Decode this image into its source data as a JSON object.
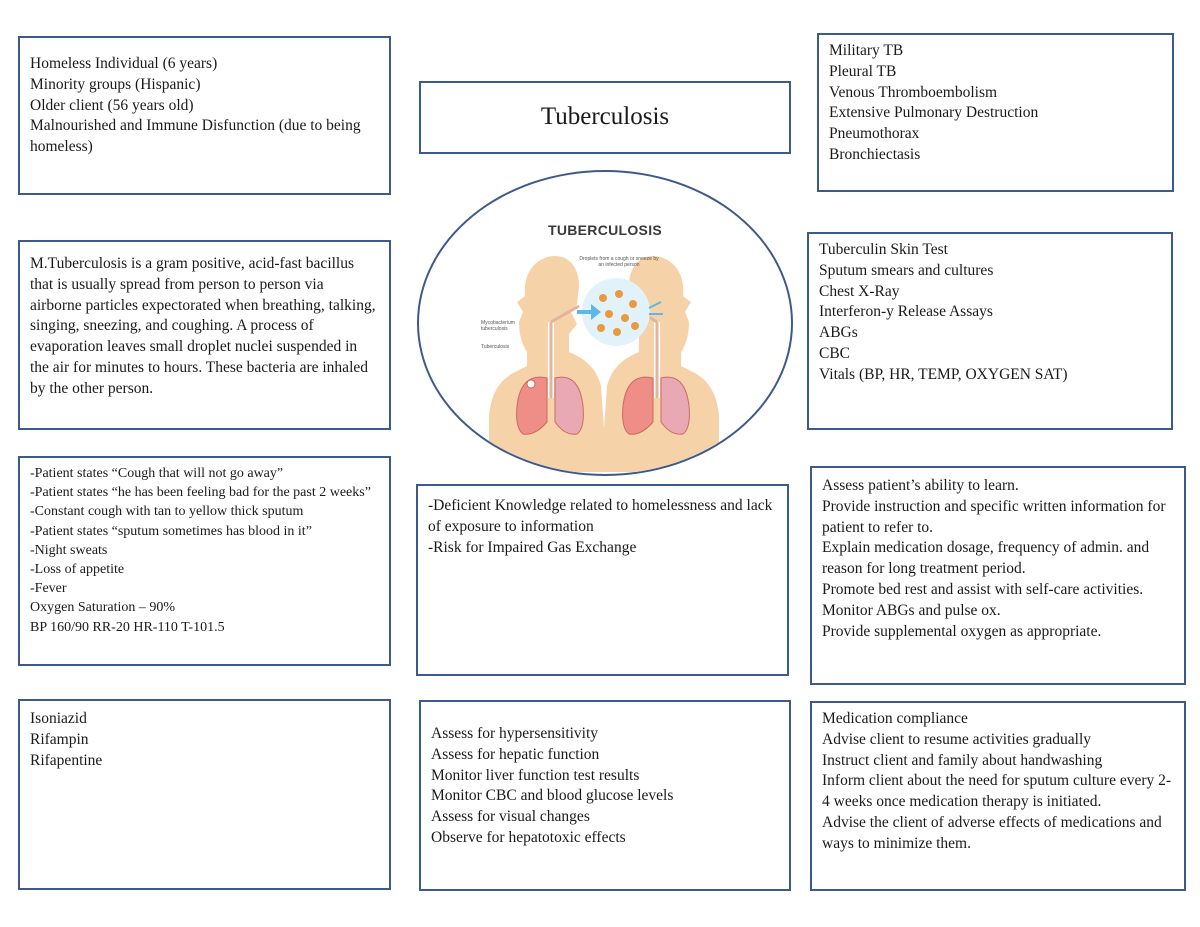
{
  "risk_factors": {
    "lines": [
      "Homeless Individual (6 years)",
      "Minority groups (Hispanic)",
      "Older client (56 years old)",
      "Malnourished and Immune Disfunction (due to being homeless)"
    ]
  },
  "center_title": "Tuberculosis",
  "complications": {
    "lines": [
      "Military TB",
      "Pleural TB",
      "Venous Thromboembolism",
      "Extensive Pulmonary Destruction",
      "Pneumothorax",
      "Bronchiectasis"
    ]
  },
  "pathophysiology": {
    "text": "M.Tuberculosis is a gram positive, acid-fast bacillus that is usually spread from person to person via airborne particles expectorated when breathing, talking, singing, sneezing, and coughing. A process of evaporation leaves small droplet nuclei suspended in the air for minutes to hours. These bacteria are inhaled by the other person."
  },
  "illustration": {
    "title": "TUBERCULOSIS",
    "droplet_label": "Droplets from a cough or sneeze by an infected person",
    "mycobacterium_label": "Mycobacterium tuberculosis",
    "tuberculosis_label": "Tuberculosis"
  },
  "diagnostics": {
    "lines": [
      "Tuberculin Skin Test",
      "Sputum smears and cultures",
      "Chest X-Ray",
      "Interferon-y Release Assays",
      "ABGs",
      "CBC",
      "Vitals (BP, HR, TEMP, OXYGEN SAT)"
    ]
  },
  "signs_symptoms": {
    "lines": [
      "-Patient states “Cough that will not go away”",
      "-Patient states “he has been feeling bad for the past 2 weeks”",
      "-Constant cough with tan to yellow thick sputum",
      "-Patient states “sputum sometimes has blood in it”",
      "-Night sweats",
      "-Loss of appetite",
      "-Fever",
      "Oxygen Saturation – 90%",
      "BP 160/90 RR-20 HR-110 T-101.5"
    ]
  },
  "nursing_diagnoses": {
    "lines": [
      "-Deficient Knowledge related to homelessness and lack of exposure to information",
      "-Risk for Impaired Gas Exchange"
    ]
  },
  "interventions": {
    "lines": [
      "Assess patient’s ability to learn.",
      "Provide instruction and specific written information for patient to refer to.",
      "Explain medication dosage, frequency of admin. and reason for long treatment period.",
      "Promote bed rest and assist with self-care activities.",
      "Monitor ABGs and pulse ox.",
      "Provide supplemental oxygen as appropriate."
    ]
  },
  "medications": {
    "lines": [
      "Isoniazid",
      "Rifampin",
      "Rifapentine"
    ]
  },
  "medication_nursing": {
    "lines": [
      "Assess for hypersensitivity",
      "Assess for hepatic function",
      "Monitor liver function test results",
      "Monitor CBC and blood glucose levels",
      "Assess for visual changes",
      "Observe for hepatotoxic effects"
    ]
  },
  "education": {
    "lines": [
      "Medication compliance",
      "Advise client to resume activities gradually",
      "Instruct client and family about handwashing",
      "Inform client about the need for sputum culture every 2-4 weeks once medication therapy is initiated.",
      "Advise the client of adverse effects of medications and ways to minimize them."
    ]
  }
}
